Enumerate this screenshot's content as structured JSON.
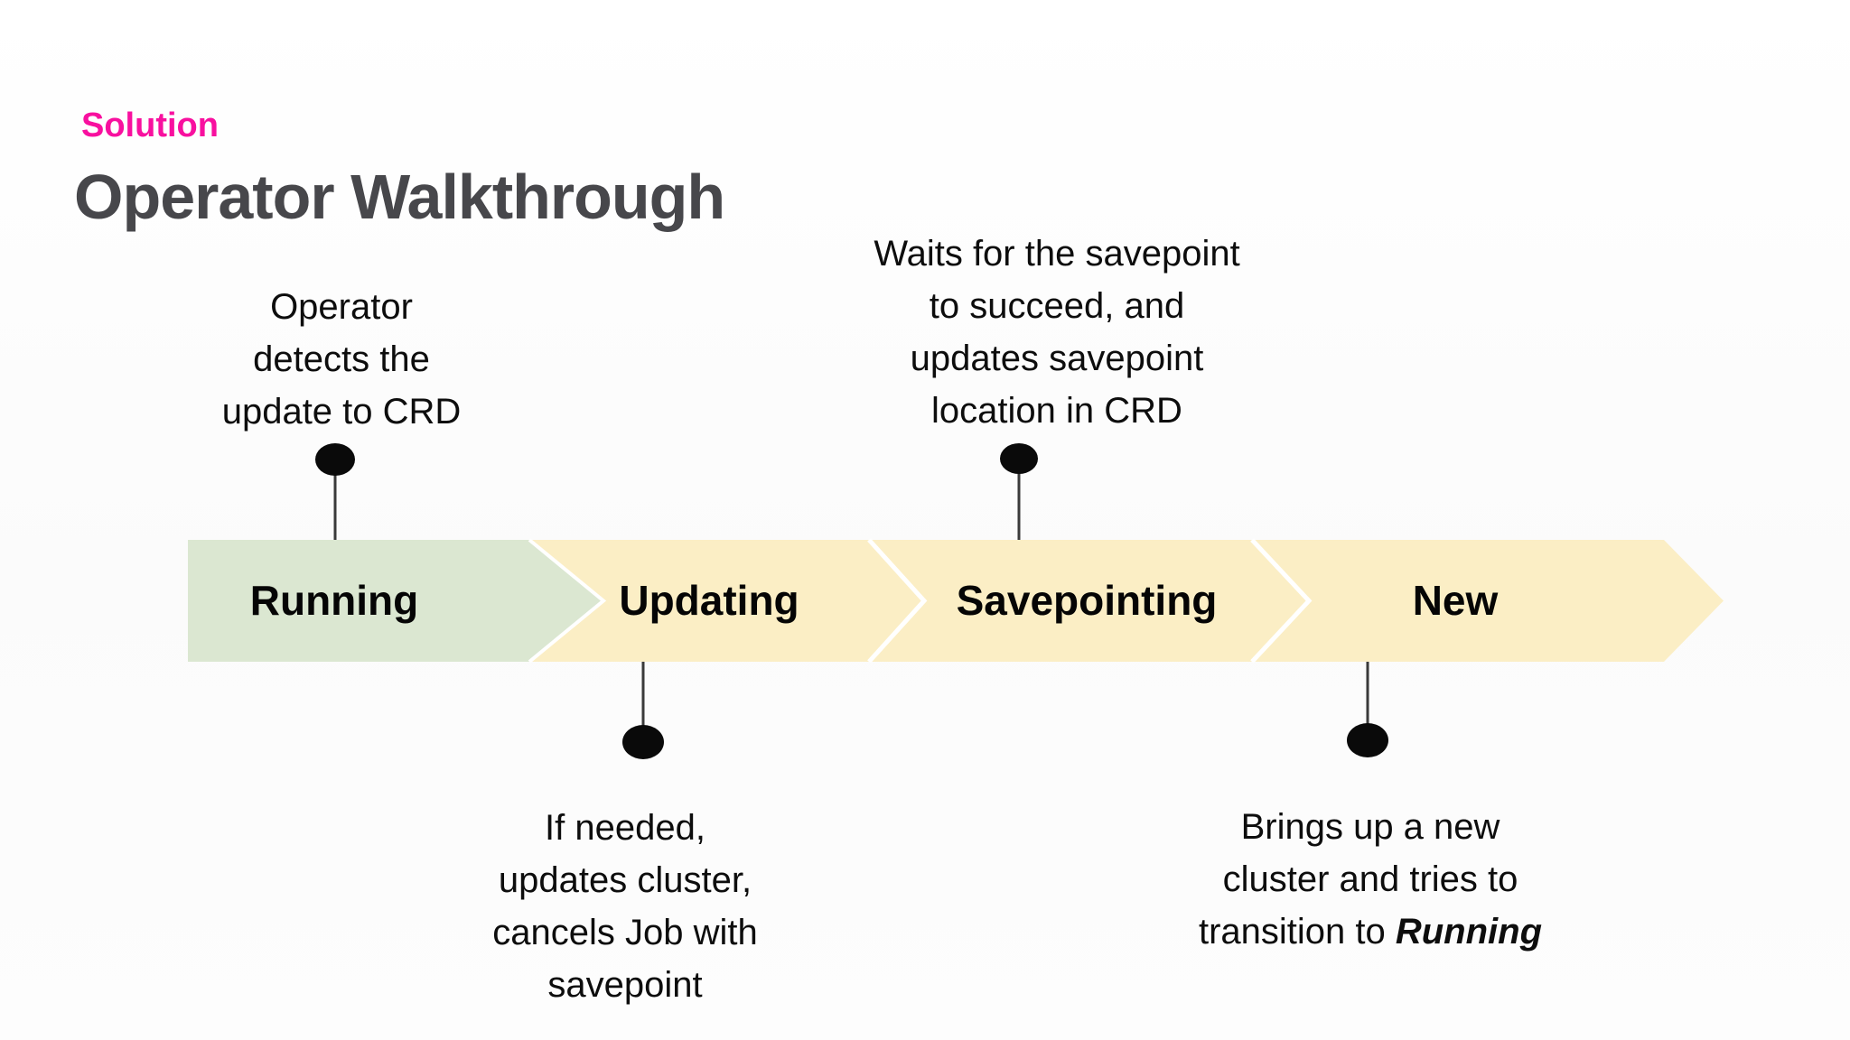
{
  "slide": {
    "kicker": "Solution",
    "title": "Operator Walkthrough",
    "colors": {
      "accent_pink": "#f8109f",
      "title_gray": "#47474b",
      "state_green": "#dbe7d1",
      "state_yellow": "#fbeec5",
      "marker_black": "#0a0a0a"
    }
  },
  "timeline": {
    "states": [
      {
        "label": "Running",
        "fill": "#dbe7d1"
      },
      {
        "label": "Updating",
        "fill": "#fbeec5"
      },
      {
        "label": "Savepointing",
        "fill": "#fbeec5"
      },
      {
        "label": "New",
        "fill": "#fbeec5"
      }
    ]
  },
  "annotations": [
    {
      "attached_to": "Running",
      "placement": "above",
      "lines": [
        "Operator",
        "detects the",
        "update to CRD"
      ]
    },
    {
      "attached_to": "Savepointing",
      "placement": "above",
      "lines": [
        "Waits for the savepoint",
        "to succeed, and",
        "updates savepoint",
        "location in CRD"
      ]
    },
    {
      "attached_to": "Updating",
      "placement": "below",
      "lines": [
        "If needed,",
        "updates cluster,",
        "cancels Job with",
        "savepoint"
      ]
    },
    {
      "attached_to": "New",
      "placement": "below",
      "lines": [
        "Brings up a new",
        "cluster and tries to"
      ],
      "final_line": {
        "prefix": "transition to ",
        "emphasis": "Running"
      }
    }
  ]
}
